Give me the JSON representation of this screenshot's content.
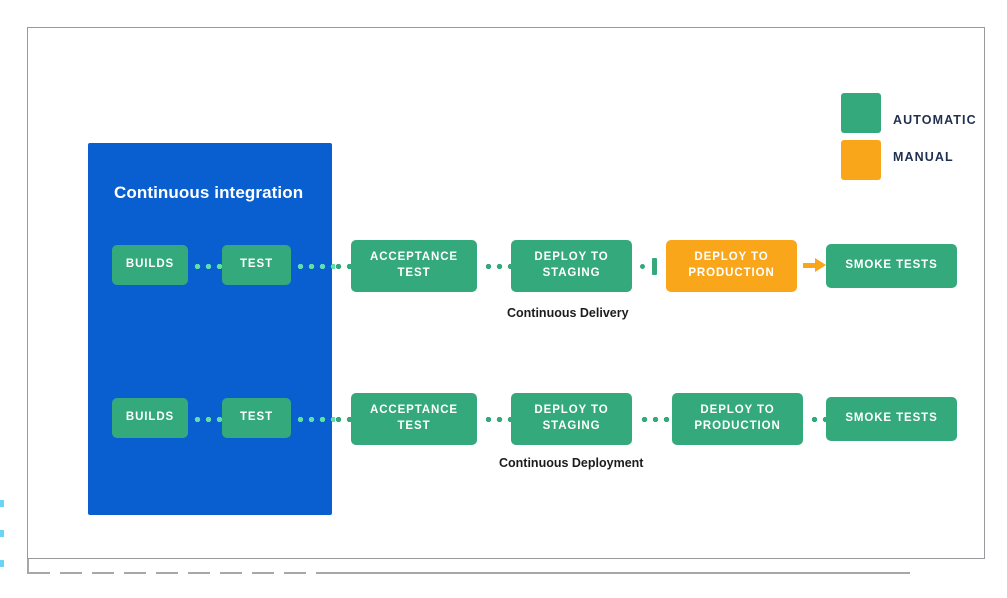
{
  "diagram": {
    "title": "Continuous integration",
    "ci_panel_label": "Continuous integration",
    "legend": {
      "items": [
        {
          "label": "AUTOMATIC",
          "color": "#34a97b",
          "swatch_name": "automatic"
        },
        {
          "label": "MANUAL",
          "color": "#f9a61a",
          "swatch_name": "manual"
        }
      ]
    },
    "colors": {
      "ci_blue": "#0a5fd0",
      "automatic_green": "#34a97b",
      "manual_orange": "#f9a61a",
      "caption_text": "#1c1c1c",
      "legend_text": "#1f3050",
      "frame_border": "#9a9a9e",
      "edge_accent": "#6cd3f5"
    },
    "rows": [
      {
        "name": "continuous-delivery",
        "caption": "Continuous Delivery",
        "stages": [
          {
            "label": "BUILDS",
            "type": "automatic"
          },
          {
            "label": "TEST",
            "type": "automatic"
          },
          {
            "label": "ACCEPTANCE TEST",
            "type": "automatic"
          },
          {
            "label": "DEPLOY TO STAGING",
            "type": "automatic"
          },
          {
            "label": "DEPLOY TO PRODUCTION",
            "type": "manual"
          },
          {
            "label": "SMOKE TESTS",
            "type": "automatic"
          }
        ],
        "connectors": [
          "dots",
          "dots",
          "dots",
          "gate",
          "arrow"
        ]
      },
      {
        "name": "continuous-deployment",
        "caption": "Continuous Deployment",
        "stages": [
          {
            "label": "BUILDS",
            "type": "automatic"
          },
          {
            "label": "TEST",
            "type": "automatic"
          },
          {
            "label": "ACCEPTANCE TEST",
            "type": "automatic"
          },
          {
            "label": "DEPLOY TO STAGING",
            "type": "automatic"
          },
          {
            "label": "DEPLOY TO PRODUCTION",
            "type": "automatic"
          },
          {
            "label": "SMOKE TESTS",
            "type": "automatic"
          }
        ],
        "connectors": [
          "dots",
          "dots",
          "dots",
          "dots",
          "dots"
        ]
      }
    ]
  }
}
